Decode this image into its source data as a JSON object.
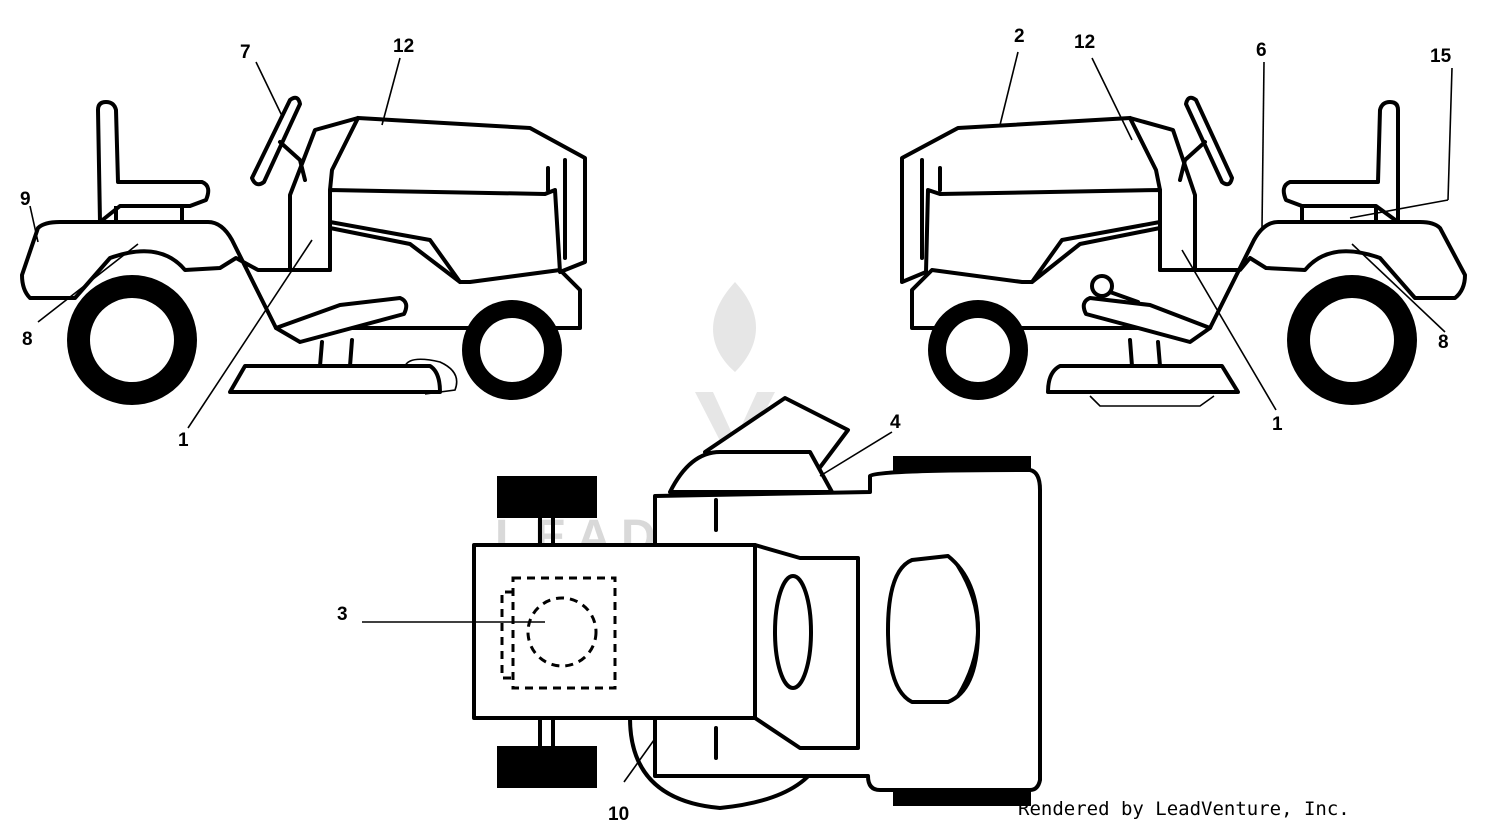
{
  "watermark": {
    "text": "LEADVENTURE"
  },
  "credit": "Rendered by LeadVenture, Inc.",
  "callouts": {
    "left_view": {
      "l1": "1",
      "l7": "7",
      "l8": "8",
      "l9": "9",
      "l12": "12"
    },
    "right_view": {
      "l1": "1",
      "l2": "2",
      "l6": "6",
      "l8": "8",
      "l12": "12",
      "l15": "15"
    },
    "top_view": {
      "l3": "3",
      "l4": "4",
      "l10": "10"
    }
  }
}
